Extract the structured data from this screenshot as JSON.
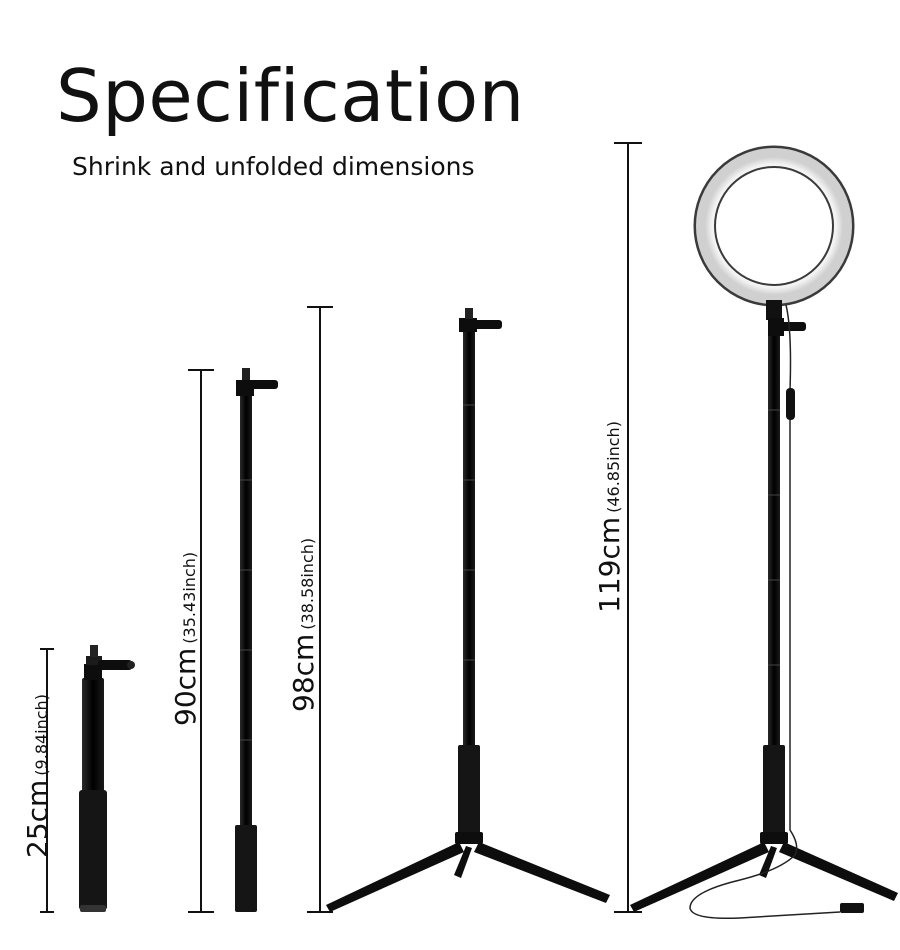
{
  "header": {
    "title": "Specification",
    "subtitle": "Shrink and unfolded dimensions"
  },
  "dimensions": [
    {
      "cm": "25cm",
      "inch": "(9.84inch)"
    },
    {
      "cm": "90cm",
      "inch": "(35.43inch)"
    },
    {
      "cm": "98cm",
      "inch": "(38.58inch)"
    },
    {
      "cm": "119cm",
      "inch": "(46.85inch)"
    }
  ],
  "colors": {
    "product": "#0d0d0d",
    "ring_light": "#ffffff",
    "measure_line": "#111111"
  }
}
